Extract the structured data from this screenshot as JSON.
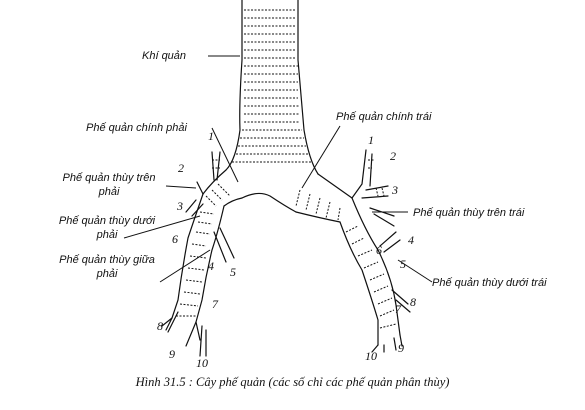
{
  "labels": {
    "trachea": "Khí quản",
    "main_right": "Phế quản chính phải",
    "main_left": "Phế quản chính trái",
    "upper_lobe_right_line1": "Phế quản thùy trên",
    "upper_lobe_right_line2": "phải",
    "lower_lobe_right_line1": "Phế quản thùy dưới",
    "lower_lobe_right_line2": "phải",
    "middle_lobe_right_line1": "Phế quản thùy giữa",
    "middle_lobe_right_line2": "phải",
    "upper_lobe_left": "Phế quản thùy trên trái",
    "lower_lobe_left": "Phế quản thùy dưới trái"
  },
  "segment_numbers": {
    "right": [
      "1",
      "2",
      "3",
      "4",
      "5",
      "6",
      "7",
      "8",
      "9",
      "10"
    ],
    "left": [
      "1",
      "2",
      "3",
      "4",
      "5",
      "6",
      "7",
      "8",
      "9",
      "10"
    ]
  },
  "caption": {
    "prefix": "Hình 31.5 :",
    "text": "Cây phế quản (các số chỉ các phế quản phân thùy)"
  },
  "colors": {
    "ink": "#111111",
    "background": "#ffffff"
  }
}
